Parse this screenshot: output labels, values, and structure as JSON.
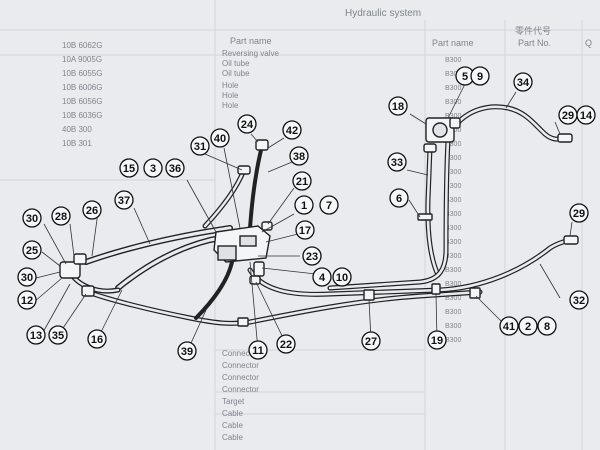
{
  "background_text": {
    "header_title": "Hydraulic system",
    "col_part_name_1": "Part name",
    "col_part_name_2": "Part name",
    "col_part_no": "Part No.",
    "col_qty": "Q",
    "header_cn": "零件代号",
    "left_rows": [
      "10B 6062G",
      "10A 9005G",
      "10B 6055G",
      "10B 6006G",
      "10B 6056G",
      "10B 6036G",
      "40B 300",
      "10B 301"
    ],
    "middle_rows": [
      "Reversing valve",
      "Oil tube",
      "Oil tube",
      "Hole",
      "Hole",
      "Hole"
    ],
    "right_rows": [
      "B300",
      "B300",
      "B300",
      "B300",
      "B300",
      "B300",
      "B300",
      "B300",
      "B300",
      "B300",
      "B300",
      "B300",
      "B300",
      "B300",
      "B300",
      "B300",
      "B300",
      "B300",
      "B300",
      "B300",
      "B300"
    ],
    "bottom_rows": [
      "Connector",
      "Connector",
      "Connector",
      "Connector",
      "Target",
      "Cable",
      "Cable",
      "Cable"
    ]
  },
  "callouts": [
    {
      "label": "5"
    },
    {
      "label": "9"
    },
    {
      "label": "34"
    },
    {
      "label": "18"
    },
    {
      "label": "29"
    },
    {
      "label": "14"
    },
    {
      "label": "24"
    },
    {
      "label": "42"
    },
    {
      "label": "40"
    },
    {
      "label": "31"
    },
    {
      "label": "38"
    },
    {
      "label": "15"
    },
    {
      "label": "3"
    },
    {
      "label": "36"
    },
    {
      "label": "33"
    },
    {
      "label": "21"
    },
    {
      "label": "1"
    },
    {
      "label": "7"
    },
    {
      "label": "6"
    },
    {
      "label": "29"
    },
    {
      "label": "26"
    },
    {
      "label": "37"
    },
    {
      "label": "30"
    },
    {
      "label": "28"
    },
    {
      "label": "17"
    },
    {
      "label": "25"
    },
    {
      "label": "23"
    },
    {
      "label": "30"
    },
    {
      "label": "4"
    },
    {
      "label": "10"
    },
    {
      "label": "12"
    },
    {
      "label": "32"
    },
    {
      "label": "13"
    },
    {
      "label": "35"
    },
    {
      "label": "16"
    },
    {
      "label": "41"
    },
    {
      "label": "2"
    },
    {
      "label": "8"
    },
    {
      "label": "27"
    },
    {
      "label": "19"
    },
    {
      "label": "39"
    },
    {
      "label": "11"
    },
    {
      "label": "22"
    }
  ]
}
